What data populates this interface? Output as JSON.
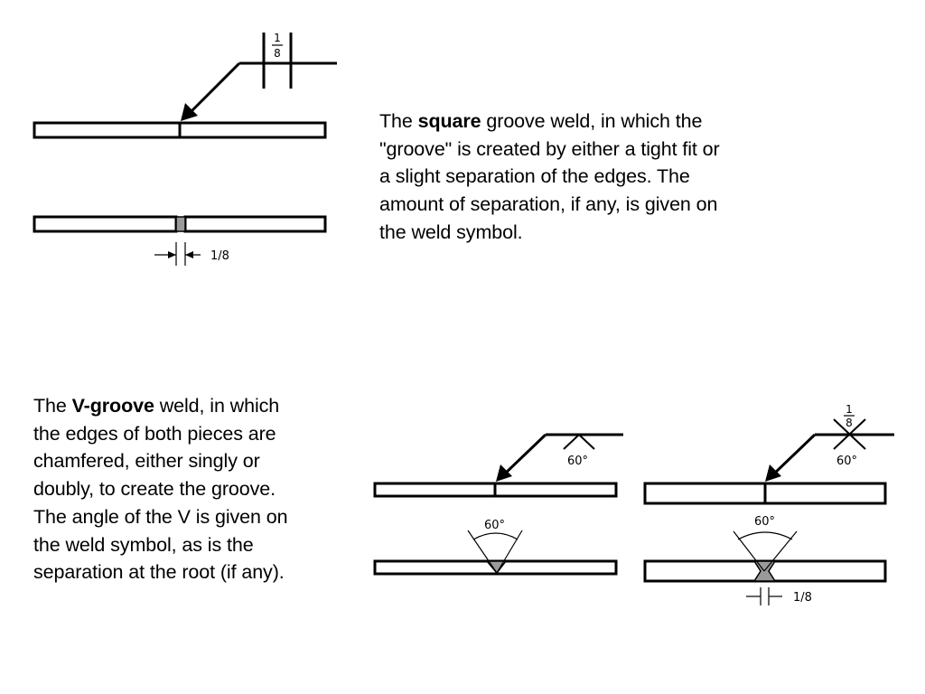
{
  "square_section": {
    "text_lines": [
      {
        "pre": "The ",
        "bold": "square",
        "post": " groove weld, in which the"
      },
      {
        "pre": "\"groove\" is created by either a tight fit or",
        "bold": "",
        "post": ""
      },
      {
        "pre": "a slight separation of the edges. The",
        "bold": "",
        "post": ""
      },
      {
        "pre": "amount of separation, if any, is given on",
        "bold": "",
        "post": ""
      },
      {
        "pre": "the weld symbol.",
        "bold": "",
        "post": ""
      }
    ],
    "symbol_frac_num": "1",
    "symbol_frac_den": "8",
    "dimension_label": "1/8"
  },
  "vgroove_section": {
    "text_lines": [
      {
        "pre": "The ",
        "bold": "V-groove",
        "post": " weld, in which"
      },
      {
        "pre": "the edges of both pieces are",
        "bold": "",
        "post": ""
      },
      {
        "pre": "chamfered, either singly or",
        "bold": "",
        "post": ""
      },
      {
        "pre": "doubly, to create the groove.",
        "bold": "",
        "post": ""
      },
      {
        "pre": "The angle of the V is given on",
        "bold": "",
        "post": ""
      },
      {
        "pre": "the weld symbol, as is the",
        "bold": "",
        "post": ""
      },
      {
        "pre": "separation at the root (if any).",
        "bold": "",
        "post": ""
      }
    ],
    "single_v": {
      "symbol_angle": "60°",
      "joint_angle": "60°"
    },
    "double_v": {
      "symbol_frac_num": "1",
      "symbol_frac_den": "8",
      "symbol_angle": "60°",
      "joint_angle": "60°",
      "dimension_label": "1/8"
    }
  },
  "colors": {
    "line": "#000000",
    "weld_fill": "#9a9a9a",
    "background": "#ffffff"
  }
}
